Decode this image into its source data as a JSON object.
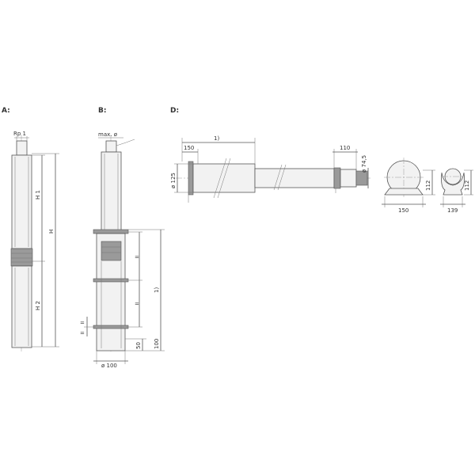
{
  "sections": {
    "a": {
      "label": "A:"
    },
    "b": {
      "label": "B:"
    },
    "d": {
      "label": "D:"
    }
  },
  "dimensions": {
    "rp": "Rp 1",
    "h1": "H 1",
    "h": "H",
    "h2": "H 2",
    "max_dia": "max. ø",
    "ref1": "1)",
    "ref1_b": "1)",
    "eq1": "=",
    "eq2": "=",
    "eq3": "=",
    "eq4": "=",
    "d50": "50",
    "d100": "100",
    "dia100": "ø 100",
    "d150": "150",
    "d110": "110",
    "dia745": "ø 74,5",
    "dia125": "ø 125",
    "d112a": "112",
    "d150b": "150",
    "d112b": "112",
    "d139": "139"
  }
}
